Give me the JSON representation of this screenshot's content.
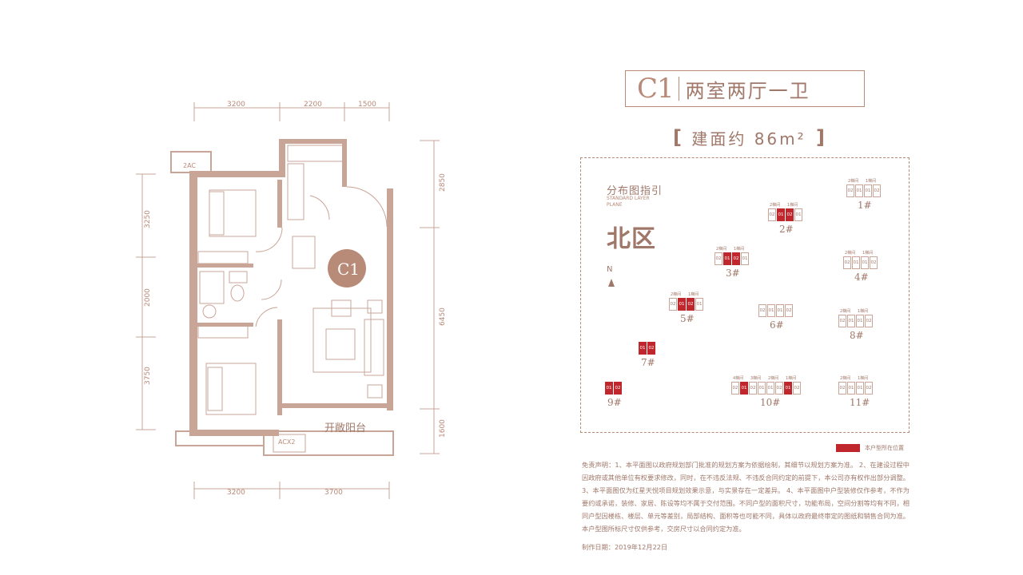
{
  "unit": {
    "code": "C1",
    "type": "两室两厅一卫",
    "area_open": "[",
    "area_text": "建面约 86m²",
    "area_close": "]",
    "plan_tag": "C1",
    "balcony_label": "开敞阳台",
    "ac_labels": [
      "2AC",
      "ACX2"
    ]
  },
  "dimensions": {
    "top": [
      "3200",
      "2200",
      "1500"
    ],
    "bottom": [
      "3200",
      "3700"
    ],
    "left": [
      "3250",
      "2000",
      "3750"
    ],
    "right": [
      "2850",
      "6450",
      "1600"
    ]
  },
  "site_guide": {
    "title": "分布图指引",
    "subtitle": "STANDARD LAYER PLANE",
    "zone": "北区",
    "north": "N",
    "buildings": [
      {
        "label": "1#",
        "units": [
          "02",
          "01",
          "01",
          "02"
        ],
        "stairs": [
          "2梯间",
          "1梯间"
        ],
        "highlight": []
      },
      {
        "label": "2#",
        "units": [
          "02",
          "01",
          "02",
          "01"
        ],
        "stairs": [
          "2梯间",
          "1梯间"
        ],
        "highlight": [
          1,
          2
        ]
      },
      {
        "label": "3#",
        "units": [
          "02",
          "01",
          "02",
          "01"
        ],
        "stairs": [
          "2梯间",
          "1梯间"
        ],
        "highlight": [
          1,
          2
        ]
      },
      {
        "label": "4#",
        "units": [
          "02",
          "01",
          "01",
          "02"
        ],
        "stairs": [
          "2梯间",
          "1梯间"
        ],
        "highlight": []
      },
      {
        "label": "5#",
        "units": [
          "02",
          "01",
          "02",
          "01"
        ],
        "stairs": [
          "2梯间",
          "1梯间"
        ],
        "highlight": [
          1,
          2
        ]
      },
      {
        "label": "6#",
        "units": [
          "02",
          "01",
          "01",
          "02"
        ],
        "stairs": [],
        "highlight": []
      },
      {
        "label": "7#",
        "units": [
          "01",
          "02"
        ],
        "stairs": [],
        "highlight": [
          0,
          1
        ]
      },
      {
        "label": "8#",
        "units": [
          "02",
          "01",
          "01",
          "02"
        ],
        "stairs": [
          "2梯间",
          "1梯间"
        ],
        "highlight": []
      },
      {
        "label": "9#",
        "units": [
          "01",
          "02"
        ],
        "stairs": [],
        "highlight": [
          0,
          1
        ]
      },
      {
        "label": "10#",
        "units": [
          "02",
          "01",
          "02",
          "01",
          "01",
          "02",
          "01",
          "02"
        ],
        "stairs": [
          "4梯间",
          "3梯间",
          "2梯间",
          "1梯间"
        ],
        "highlight": [
          1,
          6
        ]
      },
      {
        "label": "11#",
        "units": [
          "02",
          "01",
          "01",
          "02"
        ],
        "stairs": [
          "2梯间",
          "1梯间"
        ],
        "highlight": []
      }
    ]
  },
  "legend": {
    "text": "本户型所在位置",
    "color": "#c0272d"
  },
  "disclaimer": "免责声明：1、本平面图以政府规划部门批准的规划方案为依据绘制，其细节以规划方案为准。 2、在建设过程中因政府或其他单位有权要求修改，同时，在不违反法规、不违反合同约定的前提下，本公司亦有权作出部分调整。 3、本平面图仅为红星天悦项目规划效果示意，与实景存在一定差异。 4、本平面图中户型装修仅作参考，不作为要约或承诺，装修、家居、陈设等均不属于交付范围。不同户型的面积尺寸，功能布局，空间分割等均有不同，相同户型因楼栋、楼层、单元等差别，局部结构、面积等也可能不同，具体以政府最终审定的图纸和销售合同为准。本户型图所标尺寸仅供参考，交房尺寸以合同约定为准。",
  "date": "制作日期：2019年12月22日",
  "colors": {
    "primary": "#b88a78",
    "dark": "#a0786a",
    "wall": "#c9a598",
    "accent": "#c0272d"
  }
}
